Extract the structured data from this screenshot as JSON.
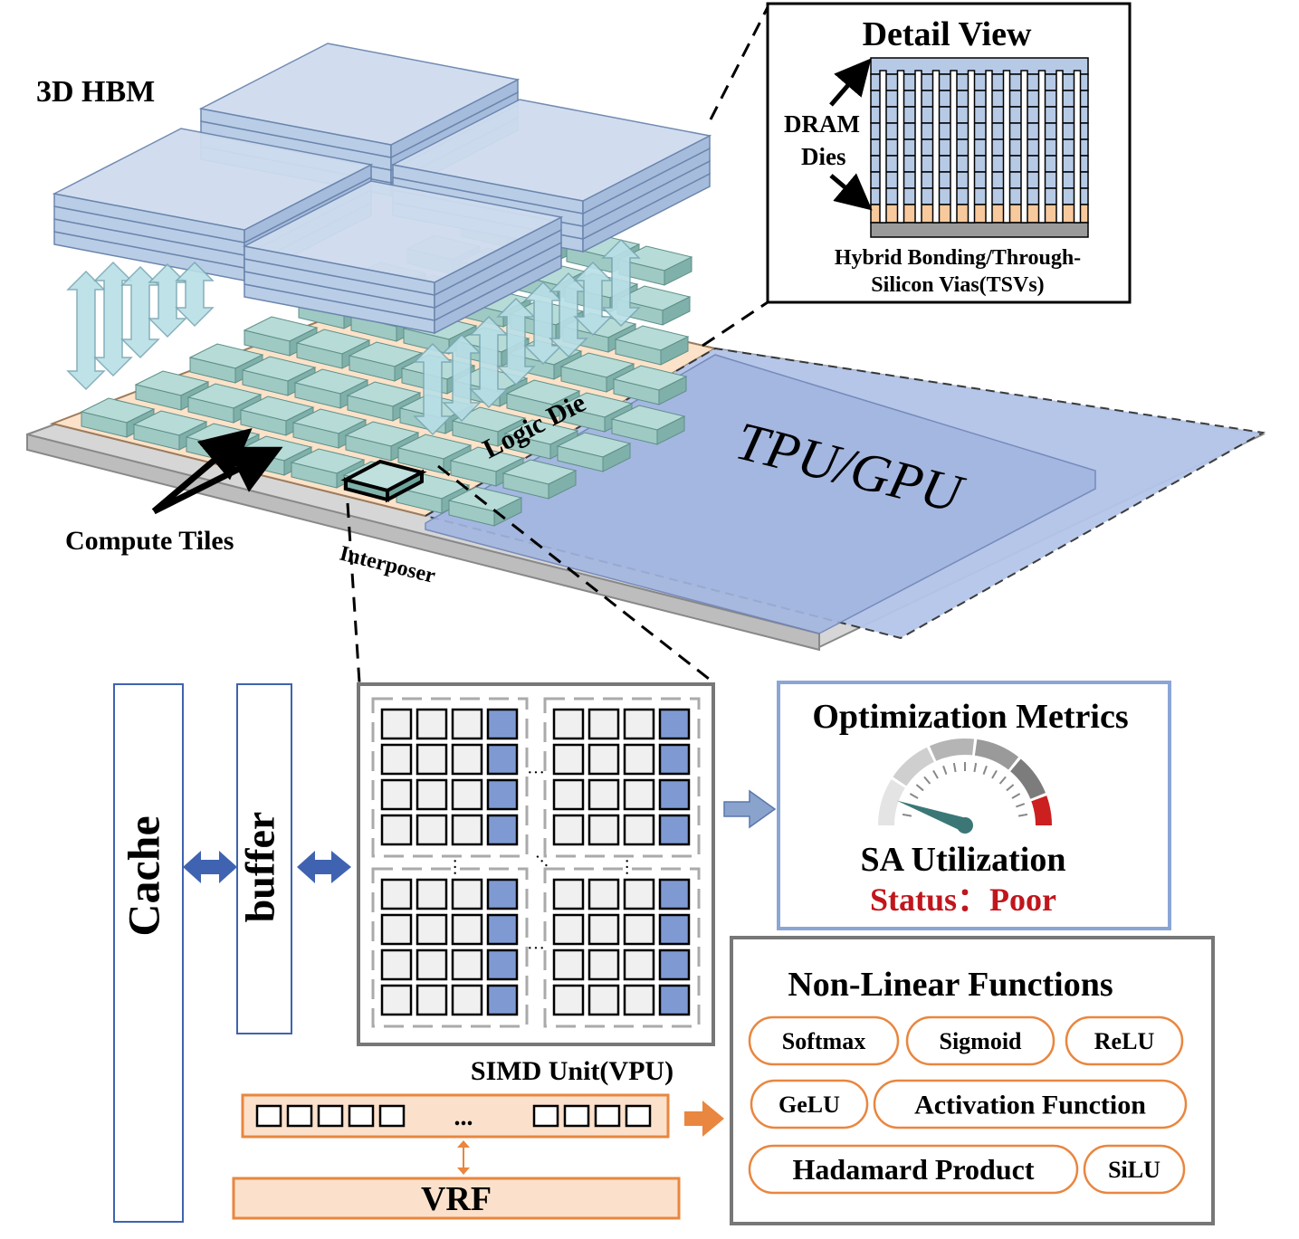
{
  "hbm": {
    "title": "3D HBM",
    "compute_tiles_label": "Compute Tiles",
    "logic_die_label": "Logic Die",
    "interposer_label": "Interposer",
    "processor_label": "TPU/GPU"
  },
  "detail_view": {
    "title": "Detail View",
    "dram_label_line1": "DRAM",
    "dram_label_line2": "Dies",
    "bonding_line1": "Hybrid Bonding/Through-",
    "bonding_line2": "Silicon Vias(TSVs)"
  },
  "memory": {
    "cache_label": "Cache",
    "buffer_label": "buffer"
  },
  "simd": {
    "label": "SIMD Unit(VPU)",
    "ellipsis": "...",
    "vrf_label": "VRF"
  },
  "metrics": {
    "title": "Optimization Metrics",
    "gauge_label": "SA Utilization",
    "status_text": "Status：Poor",
    "gauge_level": "poor",
    "status_color": "#c0161c"
  },
  "nonlinear": {
    "title": "Non-Linear Functions",
    "functions": [
      "Softmax",
      "Sigmoid",
      "ReLU",
      "GeLU",
      "Activation Function",
      "Hadamard Product",
      "SiLU"
    ]
  },
  "colors": {
    "hbm_blue": "#c9d9ee",
    "tile_teal": "#9fc9c3",
    "logic_die": "#fce2c8",
    "processor": "#a9bde6",
    "pe_highlight": "#7f9ad3",
    "orange": "#e9863f",
    "arrow_blue": "#3f63b0"
  }
}
